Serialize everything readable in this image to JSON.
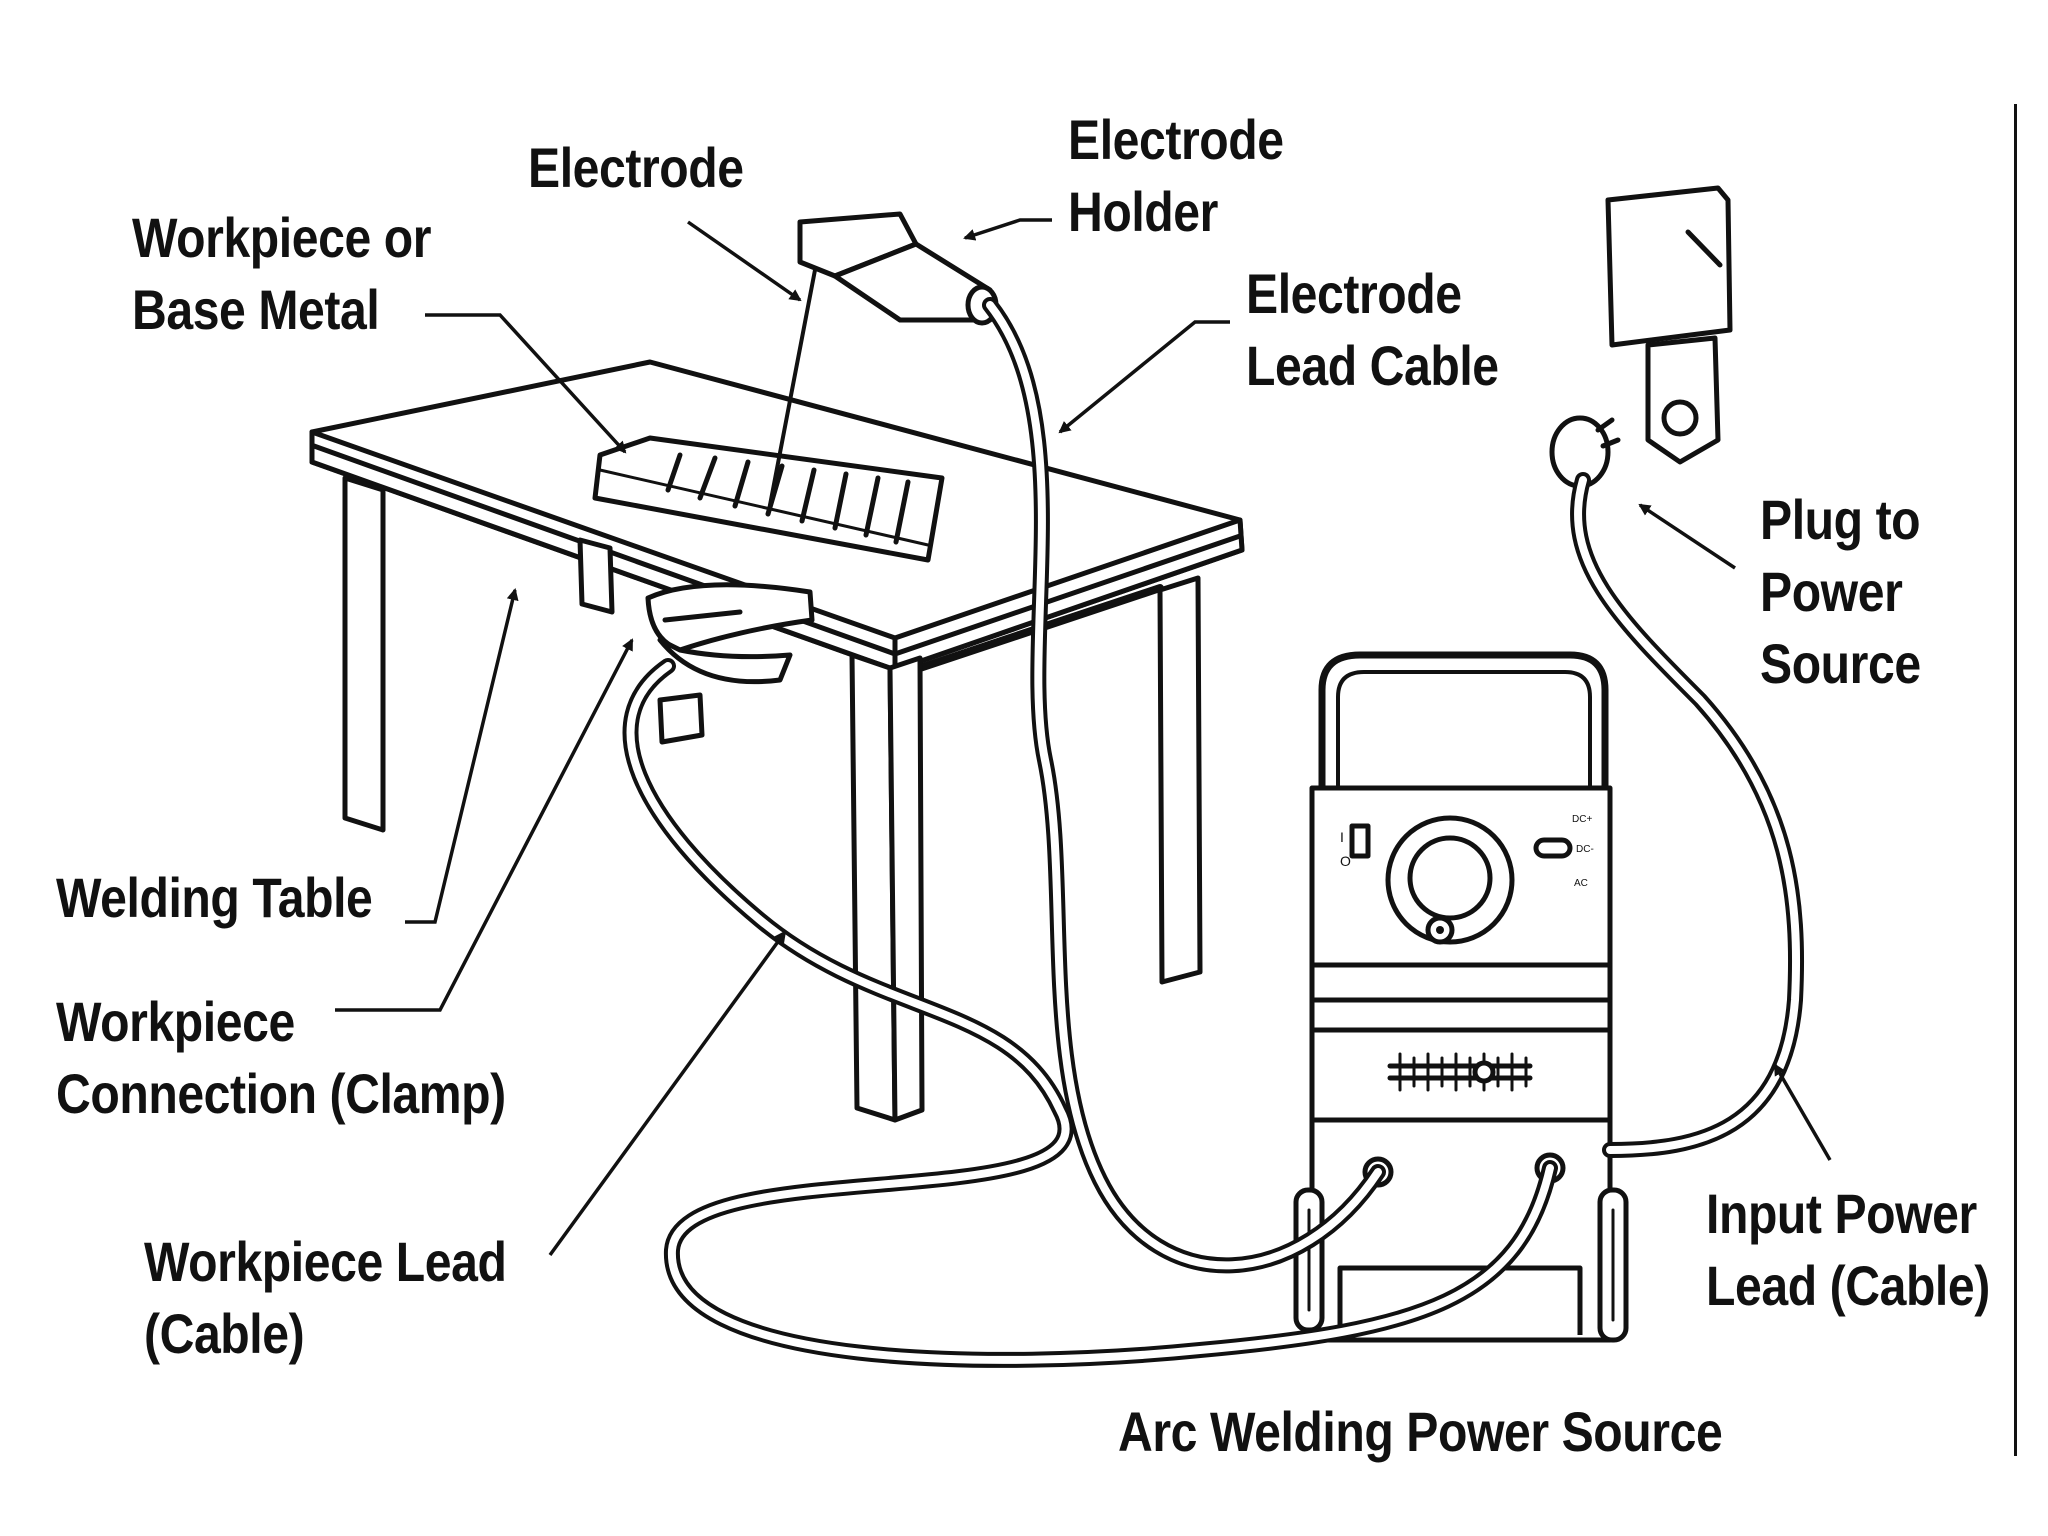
{
  "labels": {
    "electrode": "Electrode",
    "electrode_holder": [
      "Electrode",
      "Holder"
    ],
    "workpiece": [
      "Workpiece or",
      "Base Metal"
    ],
    "electrode_lead": [
      "Electrode",
      "Lead Cable"
    ],
    "plug": [
      "Plug to",
      "Power",
      "Source"
    ],
    "welding_table": "Welding Table",
    "clamp": [
      "Workpiece",
      "Connection (Clamp)"
    ],
    "workpiece_lead": [
      "Workpiece Lead",
      "(Cable)"
    ],
    "input_power": [
      "Input Power",
      "Lead (Cable)"
    ],
    "power_source": "Arc Welding Power Source"
  },
  "panel_markings": {
    "switch_on": "I",
    "switch_off": "O",
    "dc_plus": "DC+",
    "dc_minus": "DC-",
    "ac": "AC"
  }
}
